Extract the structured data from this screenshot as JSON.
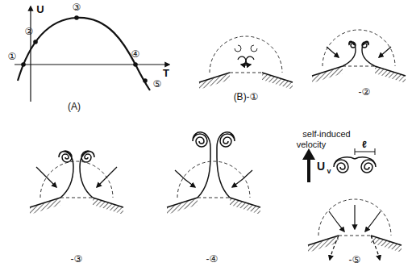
{
  "diagram": {
    "labels": [
      "U",
      "T",
      "①",
      "②",
      "③",
      "④",
      "⑤",
      "(A)",
      "(B)-①",
      "-②",
      "-③",
      "-④",
      "self-induced",
      "velocity",
      "ℓ",
      "U",
      "v",
      "-⑤"
    ]
  }
}
